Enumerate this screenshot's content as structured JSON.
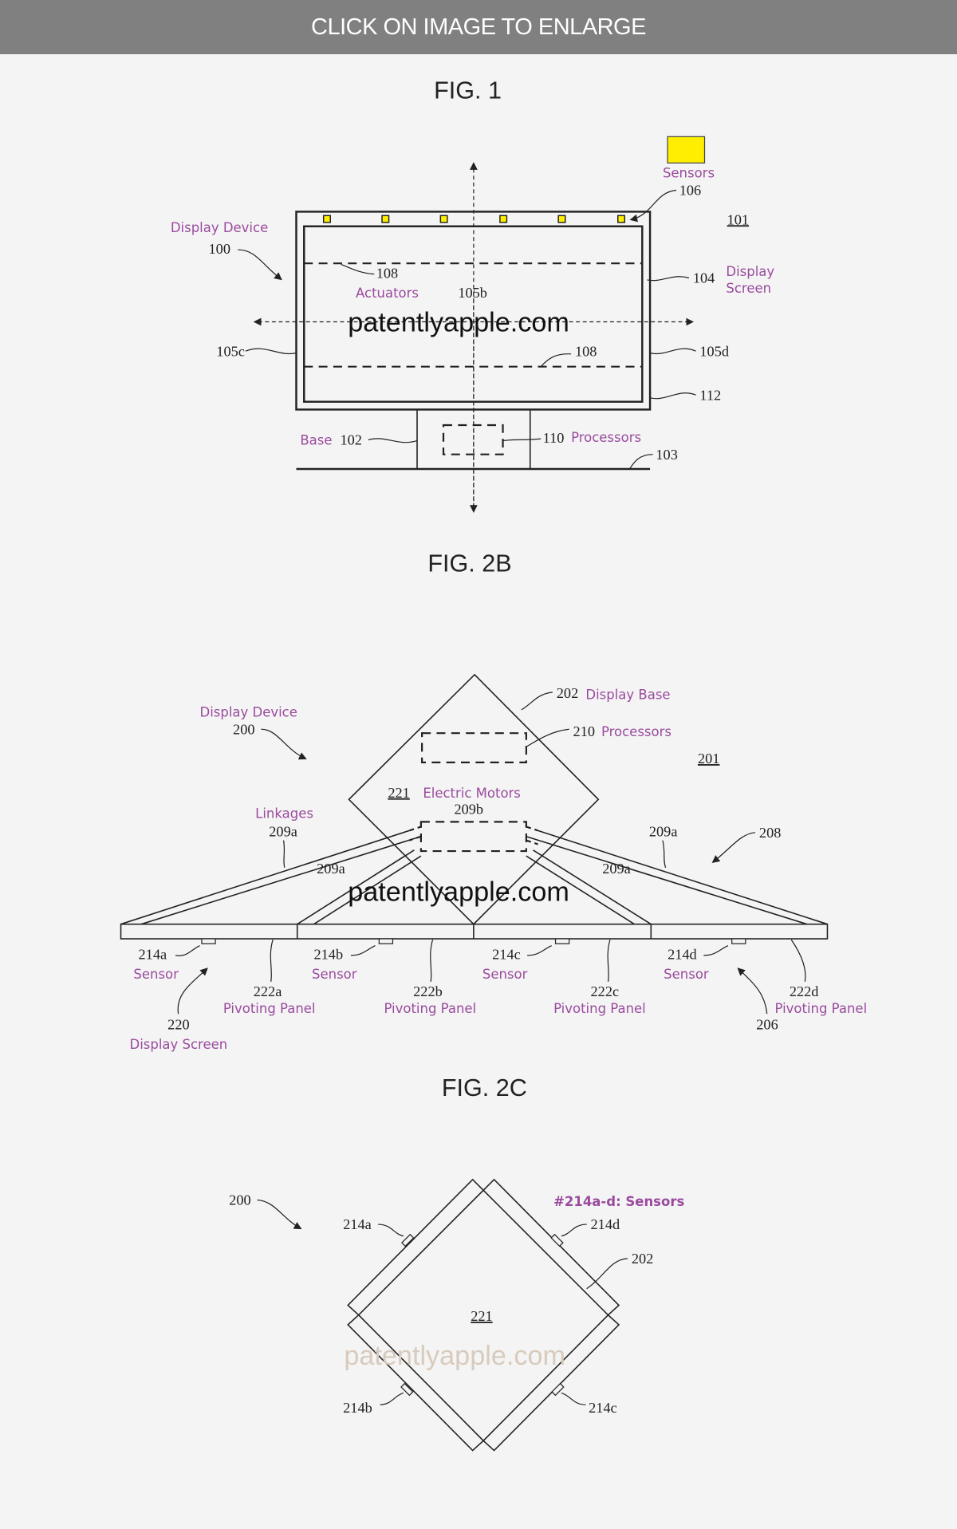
{
  "header": {
    "title": "CLICK ON IMAGE TO ENLARGE"
  },
  "colors": {
    "header_bg": "#808080",
    "label_purple": "#9a4a9e",
    "sensor_yellow": "#ffee00"
  },
  "fig1": {
    "title": "FIG. 1",
    "watermark": "patentlyapple.com",
    "labels": {
      "display_device": "Display Device",
      "n100": "100",
      "sensors": "Sensors",
      "n106": "106",
      "n101": "101",
      "n108a": "108",
      "actuators": "Actuators",
      "n105b": "105b",
      "n104": "104",
      "display": "Display",
      "screen": "Screen",
      "n105c": "105c",
      "n105d": "105d",
      "n108b": "108",
      "n112": "112",
      "base": "Base",
      "n102": "102",
      "n110": "110",
      "processors": "Processors",
      "n103": "103"
    }
  },
  "fig2b": {
    "title": "FIG. 2B",
    "watermark": "patentlyapple.com",
    "labels": {
      "display_device": "Display Device",
      "n200": "200",
      "n202": "202",
      "display_base": "Display Base",
      "n210": "210",
      "processors": "Processors",
      "n201": "201",
      "n221": "221",
      "electric_motors": "Electric Motors",
      "n209b": "209b",
      "linkages": "Linkages",
      "n209a_1": "209a",
      "n209a_2": "209a",
      "n209a_3": "209a",
      "n209a_4": "209a",
      "n208": "208",
      "n214a": "214a",
      "n214b": "214b",
      "n214c": "214c",
      "n214d": "214d",
      "sensor": "Sensor",
      "n222a": "222a",
      "n222b": "222b",
      "n222c": "222c",
      "n222d": "222d",
      "pivoting_panel": "Pivoting Panel",
      "n220": "220",
      "display_screen": "Display Screen",
      "n206": "206"
    }
  },
  "fig2c": {
    "title": "FIG. 2C",
    "watermark": "patentlyapple.com",
    "labels": {
      "n200": "200",
      "sensors_note": "#214a-d: Sensors",
      "n214a": "214a",
      "n214d": "214d",
      "n202": "202",
      "n221": "221",
      "n214b": "214b",
      "n214c": "214c"
    }
  }
}
